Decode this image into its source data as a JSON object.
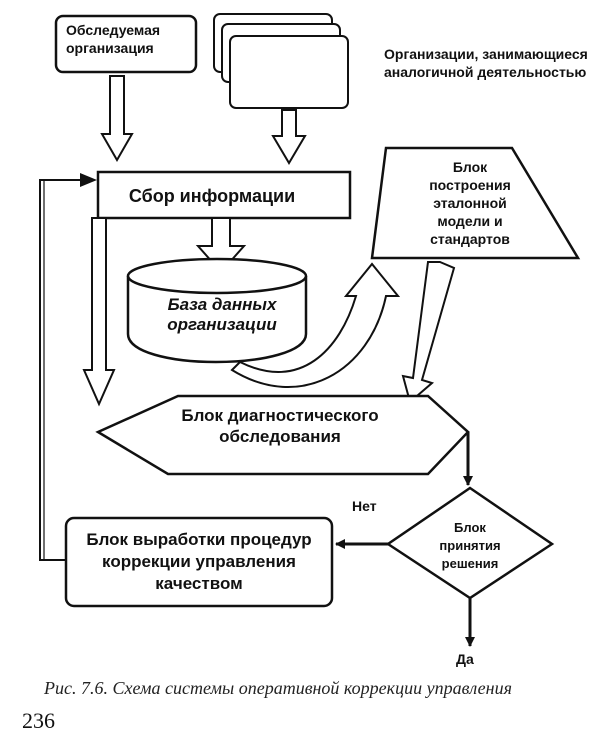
{
  "nodes": {
    "surveyed_org": [
      "Обследуемая",
      "организация"
    ],
    "similar_orgs": [
      "Организации, занимающиеся",
      "аналогичной деятельностью"
    ],
    "info_collection": "Сбор информации",
    "database": [
      "База данных",
      "организации"
    ],
    "reference_model": [
      "Блок",
      "построения",
      "эталонной",
      "модели и",
      "стандартов"
    ],
    "diagnostic": [
      "Блок диагностического",
      "обследования"
    ],
    "decision": [
      "Блок",
      "принятия",
      "решения"
    ],
    "correction": [
      "Блок выработки процедур",
      "коррекции управления",
      "качеством"
    ]
  },
  "edges": {
    "no_label": "Нет",
    "yes_label": "Да"
  },
  "caption": "Рис. 7.6. Схема системы оперативной коррекции управления",
  "page_number": "236"
}
